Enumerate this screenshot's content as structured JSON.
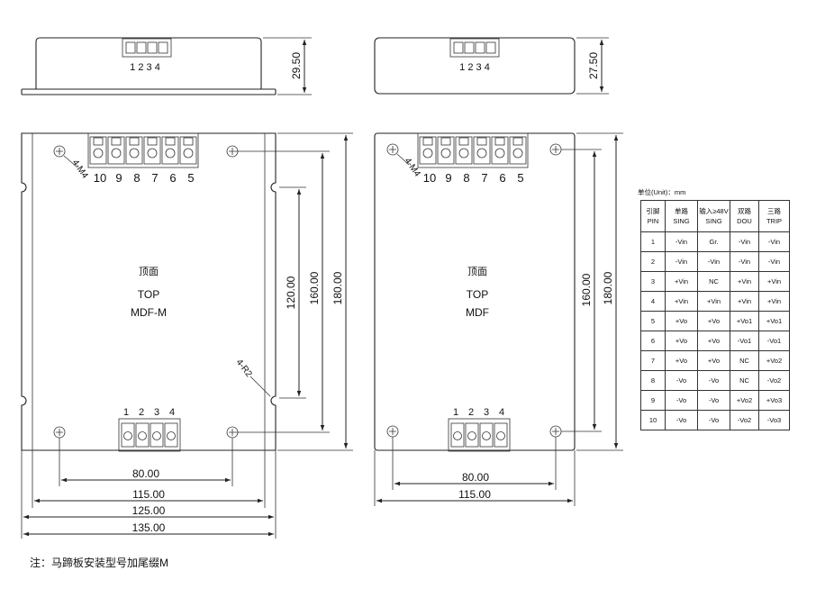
{
  "left_view": {
    "connector_top_pins": "1 2 3 4",
    "height_dim": "29.50",
    "pins_top": [
      "10",
      "9",
      "8",
      "7",
      "6",
      "5"
    ],
    "pins_bottom": [
      "1",
      "2",
      "3",
      "4"
    ],
    "hole_label": "4-M4",
    "corner_label": "4-R2",
    "label_cn": "顶面",
    "label_top": "TOP",
    "label_model": "MDF-M",
    "dim_120": "120.00",
    "dim_160": "160.00",
    "dim_180": "180.00",
    "dim_80": "80.00",
    "dim_115": "115.00",
    "dim_125": "125.00",
    "dim_135": "135.00"
  },
  "right_view": {
    "connector_top_pins": "1 2 3 4",
    "height_dim": "27.50",
    "pins_top": [
      "10",
      "9",
      "8",
      "7",
      "6",
      "5"
    ],
    "pins_bottom": [
      "1",
      "2",
      "3",
      "4"
    ],
    "hole_label": "4-M4",
    "label_cn": "顶面",
    "label_top": "TOP",
    "label_model": "MDF",
    "dim_160": "160.00",
    "dim_180": "180.00",
    "dim_80": "80.00",
    "dim_115": "115.00"
  },
  "pin_table": {
    "unit_note": "单位(Unit)：mm",
    "headers": [
      [
        "引脚",
        "PIN"
      ],
      [
        "单路",
        "SING"
      ],
      [
        "输入≥48V",
        "SING"
      ],
      [
        "双路",
        "DOU"
      ],
      [
        "三路",
        "TRIP"
      ]
    ],
    "rows": [
      [
        "1",
        "-Vin",
        "Gr.",
        "-Vin",
        "-Vin"
      ],
      [
        "2",
        "-Vin",
        "-Vin",
        "-Vin",
        "-Vin"
      ],
      [
        "3",
        "+Vin",
        "NC",
        "+Vin",
        "+Vin"
      ],
      [
        "4",
        "+Vin",
        "+Vin",
        "+Vin",
        "+Vin"
      ],
      [
        "5",
        "+Vo",
        "+Vo",
        "+Vo1",
        "+Vo1"
      ],
      [
        "6",
        "+Vo",
        "+Vo",
        "-Vo1",
        "-Vo1"
      ],
      [
        "7",
        "+Vo",
        "+Vo",
        "NC",
        "+Vo2"
      ],
      [
        "8",
        "-Vo",
        "-Vo",
        "NC",
        "-Vo2"
      ],
      [
        "9",
        "-Vo",
        "-Vo",
        "+Vo2",
        "+Vo3"
      ],
      [
        "10",
        "-Vo",
        "-Vo",
        "-Vo2",
        "-Vo3"
      ]
    ]
  },
  "footnote": "注：马蹄板安装型号加尾缀M"
}
